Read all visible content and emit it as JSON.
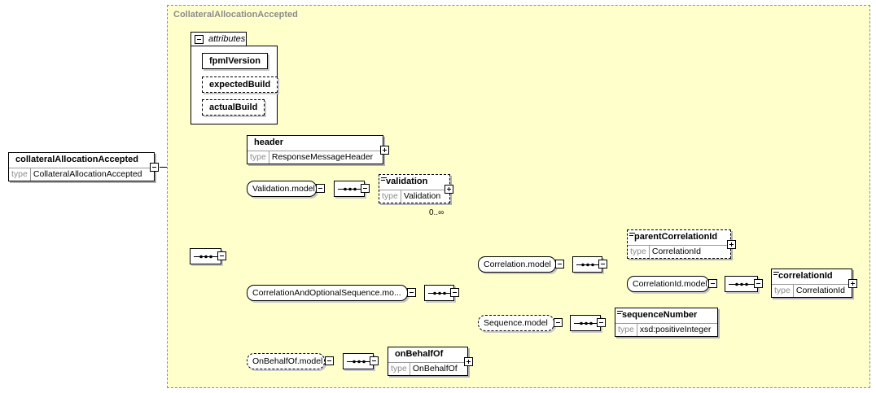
{
  "diagram": {
    "root": {
      "name": "collateralAllocationAccepted",
      "type_key": "type",
      "type": "CollateralAllocationAccepted"
    },
    "complex_type": {
      "title": "CollateralAllocationAccepted"
    },
    "attributes": {
      "label": "attributes",
      "items": [
        {
          "name": "fpmlVersion",
          "use": "required"
        },
        {
          "name": "expectedBuild",
          "use": "optional"
        },
        {
          "name": "actualBuild",
          "use": "optional"
        }
      ]
    },
    "header": {
      "name": "header",
      "type_key": "type",
      "type": "ResponseMessageHeader"
    },
    "validation_model": {
      "label": "Validation.model"
    },
    "validation": {
      "name": "validation",
      "type_key": "type",
      "type": "Validation",
      "occurs": "0..∞"
    },
    "correlation_and_optional_sequence": {
      "label": "CorrelationAndOptionalSequence.mo..."
    },
    "correlation_model": {
      "label": "Correlation.model"
    },
    "parent_correlation_id": {
      "name": "parentCorrelationId",
      "type_key": "type",
      "type": "CorrelationId"
    },
    "correlation_id_model": {
      "label": "CorrelationId.model"
    },
    "correlation_id": {
      "name": "correlationId",
      "type_key": "type",
      "type": "CorrelationId"
    },
    "sequence_model": {
      "label": "Sequence.model"
    },
    "sequence_number": {
      "name": "sequenceNumber",
      "type_key": "type",
      "type": "xsd:positiveInteger"
    },
    "on_behalf_of_model": {
      "label": "OnBehalfOf.model"
    },
    "on_behalf_of": {
      "name": "onBehalfOf",
      "type_key": "type",
      "type": "OnBehalfOf"
    }
  }
}
